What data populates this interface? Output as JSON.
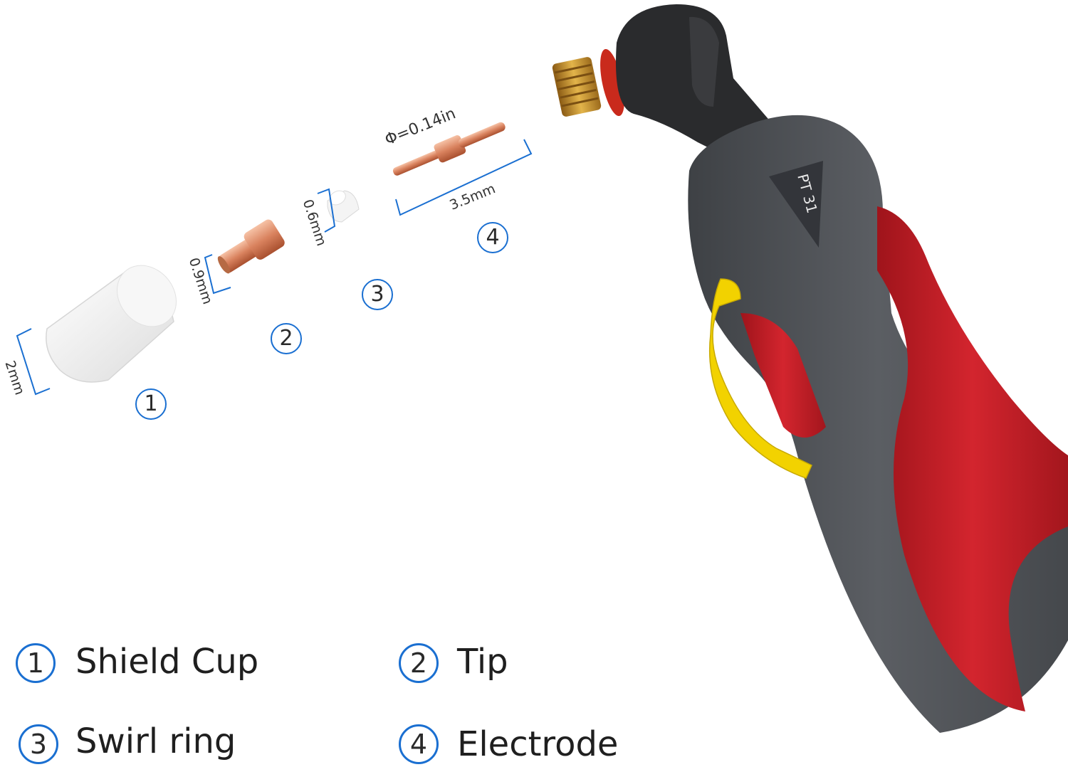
{
  "parts": [
    {
      "number": "1",
      "dimension": "2mm"
    },
    {
      "number": "2",
      "dimension": "0.9mm"
    },
    {
      "number": "3",
      "dimension": "0.6mm"
    },
    {
      "number": "4",
      "dimension": "3.5mm",
      "diameter": "Φ=0.14in"
    }
  ],
  "torch": {
    "model_label": "PT 31"
  },
  "legend": [
    {
      "number": "1",
      "label": "Shield Cup"
    },
    {
      "number": "2",
      "label": "Tip"
    },
    {
      "number": "3",
      "label": "Swirl ring"
    },
    {
      "number": "4",
      "label": "Electrode"
    }
  ],
  "colors": {
    "accent": "#1a6fd1",
    "torch_body": "#54575b",
    "torch_grip": "#c8232c",
    "trigger": "#f2d200",
    "copper": "#d9825e",
    "brass": "#c99a2e"
  }
}
